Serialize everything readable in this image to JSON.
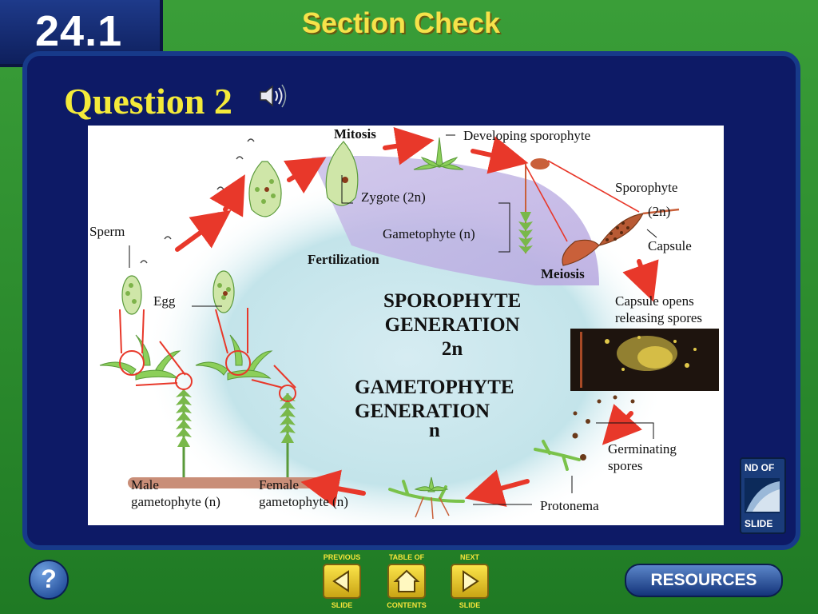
{
  "header": {
    "section_number": "24.1",
    "section_title": "Section Check"
  },
  "question": {
    "title": "Question 2",
    "speaker_icon": "speaker-icon"
  },
  "diagram": {
    "labels": {
      "mitosis": "Mitosis",
      "developing_sporophyte": "Developing sporophyte",
      "zygote": "Zygote (2n)",
      "sporophyte": "Sporophyte",
      "sporophyte_ploidy": "(2n)",
      "capsule": "Capsule",
      "gametophyte": "Gametophyte (n)",
      "sperm": "Sperm",
      "fertilization": "Fertilization",
      "meiosis": "Meiosis",
      "egg": "Egg",
      "capsule_opens_1": "Capsule opens",
      "capsule_opens_2": "releasing spores",
      "sporo_gen_1": "SPOROPHYTE",
      "sporo_gen_2": "GENERATION",
      "sporo_gen_3": "2n",
      "gameto_gen_1": "GAMETOPHYTE",
      "gameto_gen_2": "GENERATION",
      "gameto_gen_3": "n",
      "germinating_1": "Germinating",
      "germinating_2": "spores",
      "male_1": "Male",
      "male_2": "gametophyte (n)",
      "female_1": "Female",
      "female_2": "gametophyte (n)",
      "protonema": "Protonema"
    }
  },
  "end_of_slide": {
    "line1": "ND OF",
    "line2": "SLIDE"
  },
  "nav": {
    "help_label": "?",
    "previous_top": "PREVIOUS",
    "previous_bottom": "SLIDE",
    "contents_top": "TABLE OF",
    "contents_bottom": "CONTENTS",
    "next_top": "NEXT",
    "next_bottom": "SLIDE",
    "resources": "RESOURCES"
  },
  "colors": {
    "background_green": "#2f8f2f",
    "panel_navy": "#0d1a66",
    "title_yellow": "#f4ea3a",
    "arrow_red": "#e8382a"
  }
}
